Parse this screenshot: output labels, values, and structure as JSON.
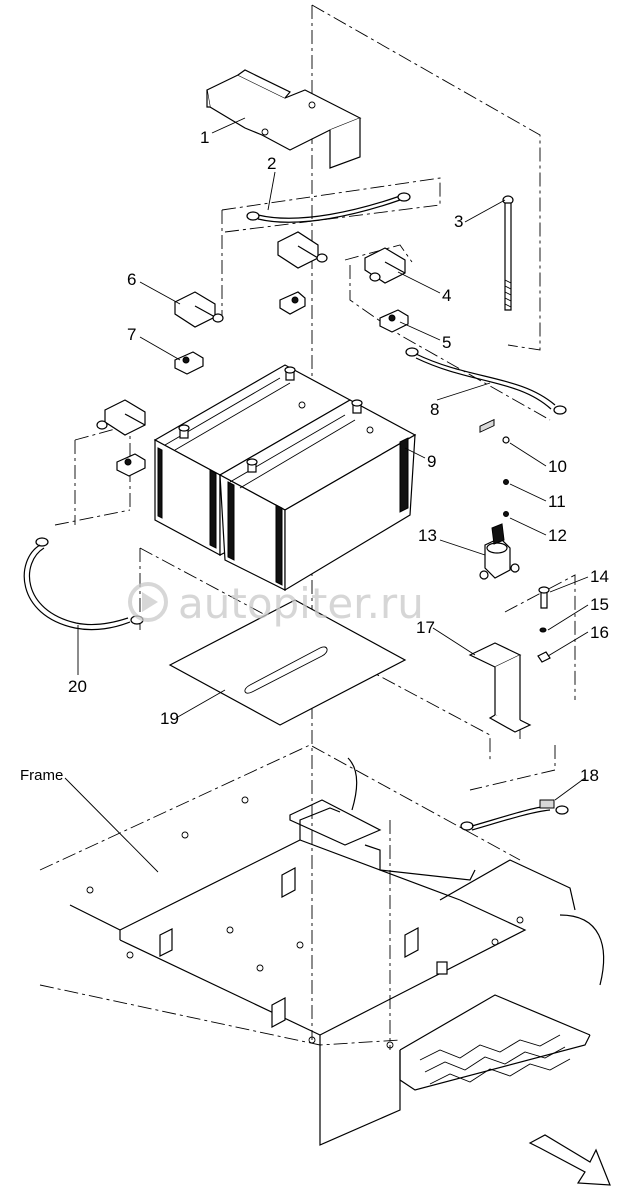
{
  "watermark": {
    "text": "autopiter.ru",
    "logo_icon": "play-circle-icon"
  },
  "frame_label": "Frame",
  "callouts": [
    {
      "id": "1",
      "text": "1"
    },
    {
      "id": "2",
      "text": "2"
    },
    {
      "id": "3",
      "text": "3"
    },
    {
      "id": "4",
      "text": "4"
    },
    {
      "id": "5",
      "text": "5"
    },
    {
      "id": "6",
      "text": "6"
    },
    {
      "id": "7",
      "text": "7"
    },
    {
      "id": "8",
      "text": "8"
    },
    {
      "id": "9",
      "text": "9"
    },
    {
      "id": "10",
      "text": "10"
    },
    {
      "id": "11",
      "text": "11"
    },
    {
      "id": "12",
      "text": "12"
    },
    {
      "id": "13",
      "text": "13"
    },
    {
      "id": "14",
      "text": "14"
    },
    {
      "id": "15",
      "text": "15"
    },
    {
      "id": "16",
      "text": "16"
    },
    {
      "id": "17",
      "text": "17"
    },
    {
      "id": "18",
      "text": "18"
    },
    {
      "id": "19",
      "text": "19"
    },
    {
      "id": "20",
      "text": "20"
    }
  ],
  "direction_arrow_icon": "forward-arrow-icon"
}
